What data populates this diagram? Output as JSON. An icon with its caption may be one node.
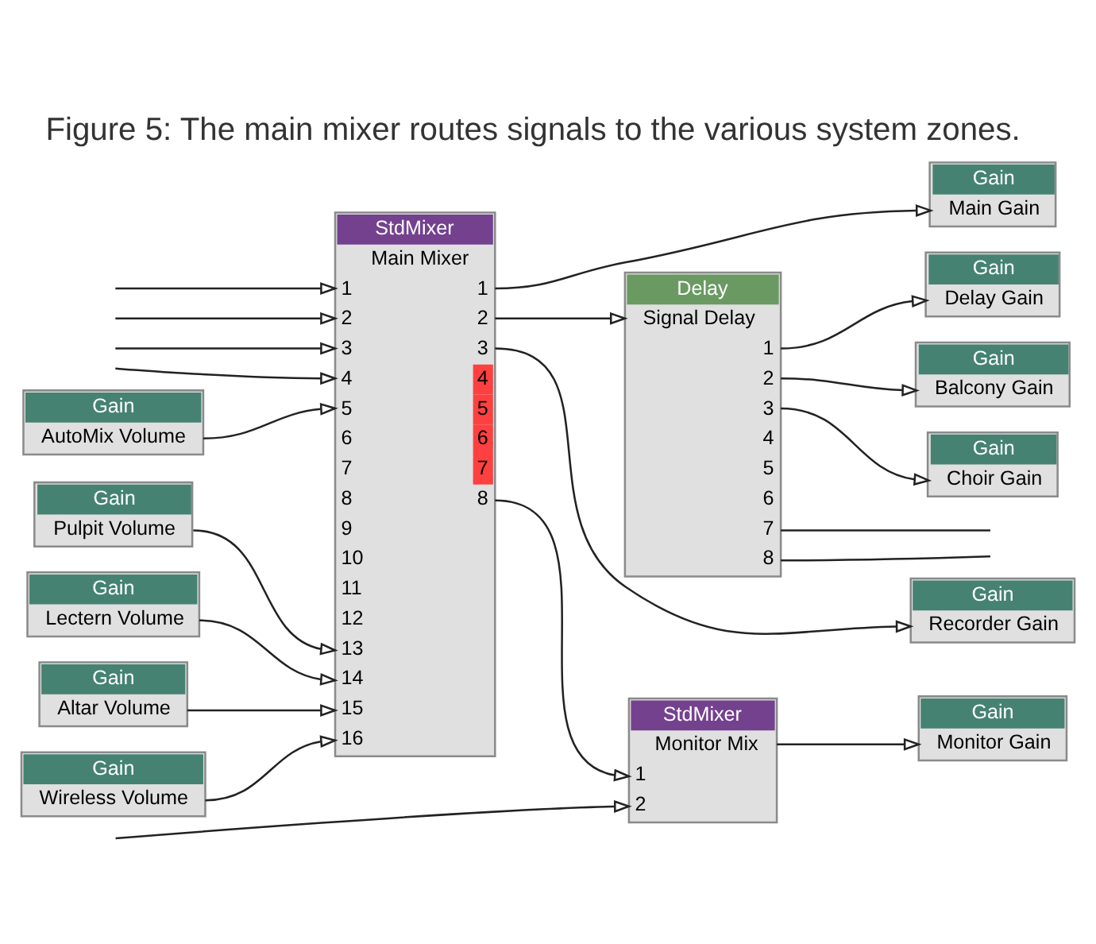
{
  "diagram": {
    "title": "Figure 5: The main mixer routes signals to the various system zones.",
    "nodes": [
      {
        "text": [
          "Gain",
          "Main Gain"
        ]
      },
      {
        "text": [
          "Gain",
          "Delay Gain"
        ]
      },
      {
        "text": [
          "StdMixer",
          "Main Mixer",
          "1",
          "2",
          "3",
          "4",
          "5",
          "6",
          "7",
          "8",
          "9",
          "10",
          "11",
          "12",
          "13",
          "14",
          "15",
          "16",
          "1",
          "2",
          "3",
          "4",
          "5",
          "6",
          "7",
          "8"
        ]
      },
      {
        "text": [
          "Delay",
          "Signal Delay",
          "1",
          "2",
          "3",
          "4",
          "5",
          "6",
          "7",
          "8"
        ]
      },
      {
        "text": [
          "Gain",
          "Balcony Gain"
        ]
      },
      {
        "text": [
          "Gain",
          "AutoMix Volume"
        ]
      },
      {
        "text": [
          "Gain",
          "Choir Gain"
        ]
      },
      {
        "text": [
          "Gain",
          "Pulpit Volume"
        ]
      },
      {
        "text": [
          "Gain",
          "Lectern Volume"
        ]
      },
      {
        "text": [
          "Gain",
          "Altar Volume"
        ]
      },
      {
        "text": [
          "Gain",
          "Wireless Volume"
        ]
      },
      {
        "text": [
          "Gain",
          "Recorder Gain"
        ]
      },
      {
        "text": [
          "StdMixer",
          "Monitor Mix",
          "1",
          "2"
        ]
      },
      {
        "text": [
          "Gain",
          "Monitor Gain"
        ]
      }
    ],
    "edges": [
      {
        "from": null,
        "to": 2,
        "arrow": "to"
      },
      {
        "from": null,
        "to": 2,
        "arrow": "to"
      },
      {
        "from": null,
        "to": 2,
        "arrow": "to"
      },
      {
        "from": null,
        "to": 2,
        "arrow": "to"
      },
      {
        "from": 5,
        "to": 2,
        "arrow": "to"
      },
      {
        "from": 7,
        "to": 2,
        "arrow": "to"
      },
      {
        "from": 8,
        "to": 2,
        "arrow": "to"
      },
      {
        "from": 9,
        "to": 2,
        "arrow": "to"
      },
      {
        "from": 10,
        "to": 2,
        "arrow": "to"
      },
      {
        "from": 2,
        "to": 0,
        "arrow": "to"
      },
      {
        "from": 2,
        "to": 3,
        "arrow": "to"
      },
      {
        "from": 2,
        "to": 11,
        "arrow": "to"
      },
      {
        "from": 2,
        "to": 12,
        "arrow": "to"
      },
      {
        "from": 3,
        "to": 1,
        "arrow": "to"
      },
      {
        "from": 3,
        "to": 4,
        "arrow": "to"
      },
      {
        "from": 3,
        "to": 6,
        "arrow": "to"
      },
      {
        "from": 3,
        "to": null,
        "arrow": "none"
      },
      {
        "from": 3,
        "to": null,
        "arrow": "none"
      },
      {
        "from": null,
        "to": 12,
        "arrow": "to"
      },
      {
        "from": 12,
        "to": 13,
        "arrow": "to"
      }
    ]
  }
}
